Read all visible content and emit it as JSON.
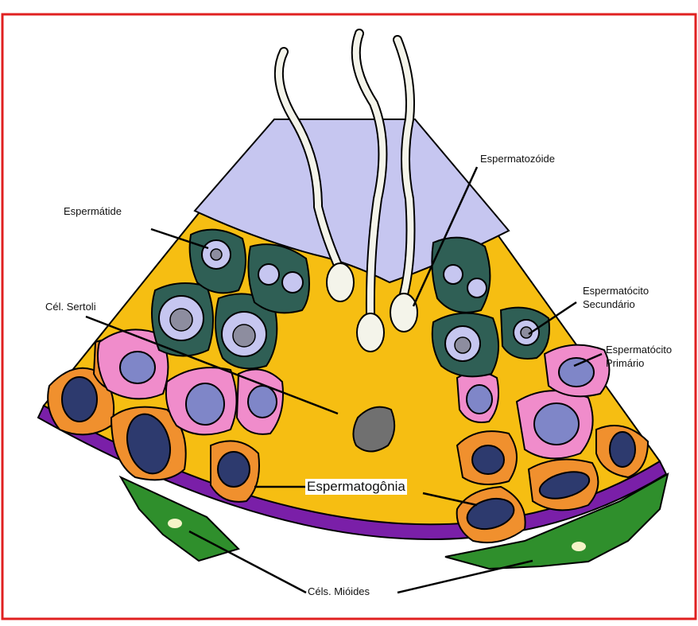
{
  "labels": {
    "espermatozoide": "Espermatozóide",
    "espermatide": "Espermátide",
    "sertoli": "Cél. Sertoli",
    "esp_secundario_1": "Espermatócito",
    "esp_secundario_2": "Secundário",
    "esp_primario_1": "Espermatócito",
    "esp_primario_2": "Primário",
    "espermatogonia": "Espermatogônia",
    "mioides": "Céls. Mióides"
  },
  "colors": {
    "border": "#e02020",
    "lumen": "#c6c6f0",
    "epithelium": "#f6be12",
    "basement": "#7a1fa8",
    "myoid": "#2f8f2c",
    "espermatogonia": "#f0902e",
    "primario": "#f08ccb",
    "secundario": "#2f5f55",
    "nucleus_dark": "#2d3a6e",
    "sperm_head": "#f4f4ea"
  }
}
